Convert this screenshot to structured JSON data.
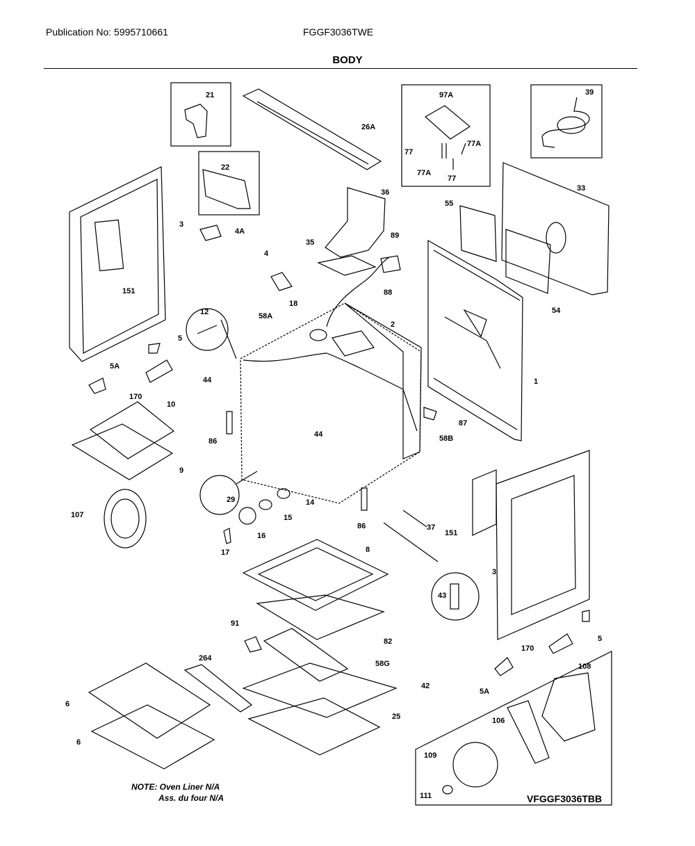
{
  "header": {
    "publication": "Publication No: 5995710661",
    "model": "FGGF3036TWE",
    "section_title": "BODY"
  },
  "notes": {
    "line1": "NOTE: Oven Liner N/A",
    "line2": "Ass. du four N/A"
  },
  "diagram_ref": "VFGGF3036TBB",
  "parts": {
    "p21": "21",
    "p26A": "26A",
    "p97A": "97A",
    "p39": "39",
    "p22": "22",
    "p77a": "77",
    "p77b": "77",
    "p77Aa": "77A",
    "p77Ab": "77A",
    "p36": "36",
    "p33": "33",
    "p3a": "3",
    "p4A": "4A",
    "p55": "55",
    "p35": "35",
    "p89": "89",
    "p4": "4",
    "p151a": "151",
    "p88": "88",
    "p54": "54",
    "p12": "12",
    "p18": "18",
    "p58A": "58A",
    "p2": "2",
    "p5a": "5",
    "p5Aa": "5A",
    "p44a": "44",
    "p1": "1",
    "p170a": "170",
    "p10": "10",
    "p87": "87",
    "p86a": "86",
    "p44b": "44",
    "p58B": "58B",
    "p9": "9",
    "p29": "29",
    "p14": "14",
    "p107": "107",
    "p15": "15",
    "p16": "16",
    "p86b": "86",
    "p151b": "151",
    "p37": "37",
    "p17": "17",
    "p8": "8",
    "p3b": "3",
    "p43": "43",
    "p91": "91",
    "p82": "82",
    "p5b": "5",
    "p170b": "170",
    "p264": "264",
    "p58G": "58G",
    "p108": "108",
    "p42": "42",
    "p6a": "6",
    "p5Ab": "5A",
    "p25": "25",
    "p106": "106",
    "p6b": "6",
    "p109": "109",
    "p111": "111"
  }
}
